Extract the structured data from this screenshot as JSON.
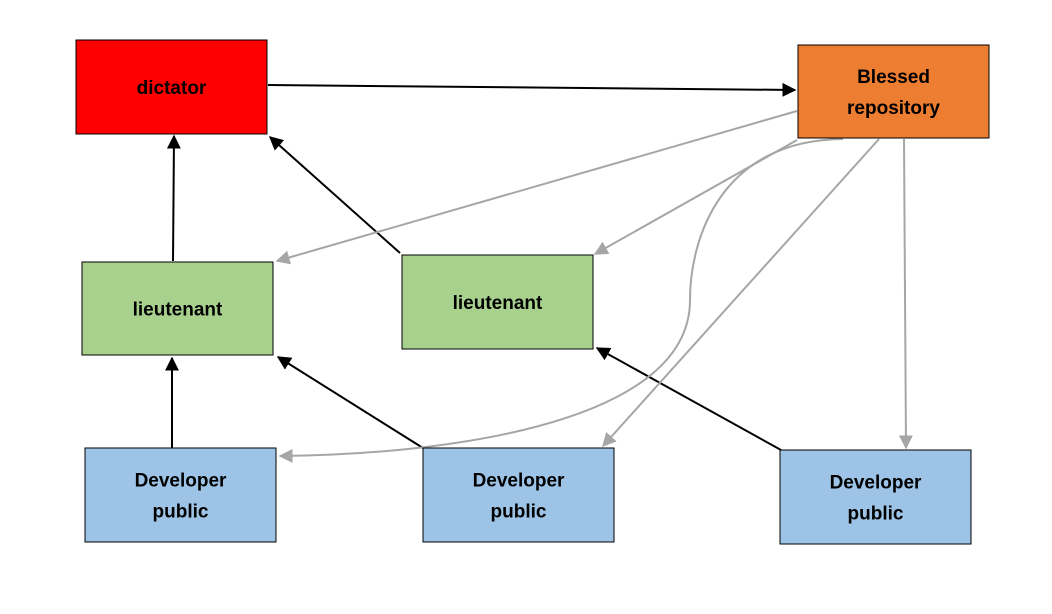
{
  "diagram": {
    "nodes": {
      "dictator": {
        "lines": [
          "dictator"
        ],
        "fill": "#ff0000"
      },
      "blessed": {
        "lines": [
          "Blessed",
          "repository"
        ],
        "fill": "#ed7d31"
      },
      "lieutenant_left": {
        "lines": [
          "lieutenant"
        ],
        "fill": "#a9d18e"
      },
      "lieutenant_center": {
        "lines": [
          "lieutenant"
        ],
        "fill": "#a9d18e"
      },
      "dev_left": {
        "lines": [
          "Developer",
          "public"
        ],
        "fill": "#9dc3e6"
      },
      "dev_center": {
        "lines": [
          "Developer",
          "public"
        ],
        "fill": "#9dc3e6"
      },
      "dev_right": {
        "lines": [
          "Developer",
          "public"
        ],
        "fill": "#9dc3e6"
      }
    },
    "edges": [
      {
        "from": "dictator",
        "to": "blessed",
        "kind": "push"
      },
      {
        "from": "lieutenant_left",
        "to": "dictator",
        "kind": "push"
      },
      {
        "from": "lieutenant_center",
        "to": "dictator",
        "kind": "push"
      },
      {
        "from": "dev_left",
        "to": "lieutenant_left",
        "kind": "push"
      },
      {
        "from": "dev_center",
        "to": "lieutenant_left",
        "kind": "push"
      },
      {
        "from": "dev_right",
        "to": "lieutenant_center",
        "kind": "push"
      },
      {
        "from": "blessed",
        "to": "lieutenant_left",
        "kind": "pull"
      },
      {
        "from": "blessed",
        "to": "lieutenant_center",
        "kind": "pull"
      },
      {
        "from": "blessed",
        "to": "dev_left",
        "kind": "pull"
      },
      {
        "from": "blessed",
        "to": "dev_center",
        "kind": "pull"
      },
      {
        "from": "blessed",
        "to": "dev_right",
        "kind": "pull"
      }
    ],
    "colors": {
      "push": "#000000",
      "pull": "#a6a6a6",
      "border": "#000000"
    }
  }
}
